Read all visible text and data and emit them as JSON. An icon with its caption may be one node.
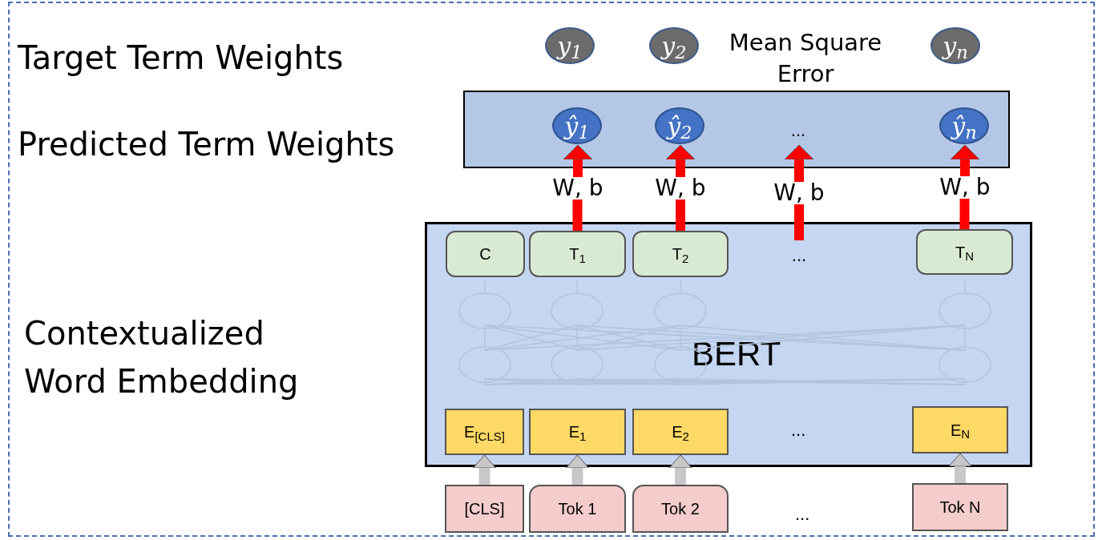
{
  "diagram": {
    "nodes": [
      {
        "text": [
          "y$_{1}$"
        ]
      },
      {
        "text": [
          "y$_{2}$"
        ]
      },
      {
        "text": [
          "y$_{n}$"
        ]
      },
      {
        "text": [],
        "shape": "box"
      },
      {
        "text": [
          "ŷ$_{1}$"
        ],
        "in": 3
      },
      {
        "text": [
          "ŷ$_{2}$"
        ],
        "in": 3
      },
      {
        "text": [
          "..."
        ],
        "in": 3
      },
      {
        "text": [
          "ŷ$_{n}$"
        ],
        "in": 3
      },
      {
        "text": [
          "BERT"
        ]
      },
      {
        "text": [
          "C"
        ],
        "in": 8
      },
      {
        "text": [
          "T$_{1}$"
        ],
        "in": 8
      },
      {
        "text": [
          "T$_{2}$"
        ],
        "in": 8
      },
      {
        "text": [
          "..."
        ],
        "in": 8
      },
      {
        "text": [
          "T$_{N}$"
        ],
        "in": 8
      },
      {
        "text": [
          "E$_{[CLS]}$"
        ],
        "in": 8
      },
      {
        "text": [
          "E$_{1}$"
        ],
        "in": 8
      },
      {
        "text": [
          "E$_{2}$"
        ],
        "in": 8
      },
      {
        "text": [
          "E$_{N}$"
        ],
        "in": 8
      },
      {
        "text": [
          "[CLS]"
        ]
      },
      {
        "text": [
          "Tok 1"
        ]
      },
      {
        "text": [
          "Tok 2"
        ]
      },
      {
        "text": [
          "Tok N"
        ]
      }
    ],
    "edges": [
      {
        "from": 10,
        "to": 4,
        "arrow": "to",
        "label": "W, b",
        "color": "#ff0000"
      },
      {
        "from": 11,
        "to": 5,
        "arrow": "to",
        "label": "W, b",
        "color": "#ff0000"
      },
      {
        "from": 12,
        "to": 6,
        "arrow": "to",
        "label": "W, b",
        "color": "#ff0000"
      },
      {
        "from": 13,
        "to": 7,
        "arrow": "to",
        "label": "W, b",
        "color": "#ff0000"
      },
      {
        "from": 18,
        "to": 14,
        "arrow": "to",
        "color": "#c8c8c8"
      },
      {
        "from": 19,
        "to": 15,
        "arrow": "to",
        "color": "#c8c8c8"
      },
      {
        "from": 20,
        "to": 16,
        "arrow": "to",
        "color": "#c8c8c8"
      },
      {
        "from": 21,
        "to": 17,
        "arrow": "to",
        "color": "#c8c8c8"
      }
    ],
    "labels": [
      "Target Term Weights",
      "Mean Square Error",
      "Predicted Term Weights",
      "Contextualized Word Embedding",
      "...",
      "..."
    ]
  }
}
